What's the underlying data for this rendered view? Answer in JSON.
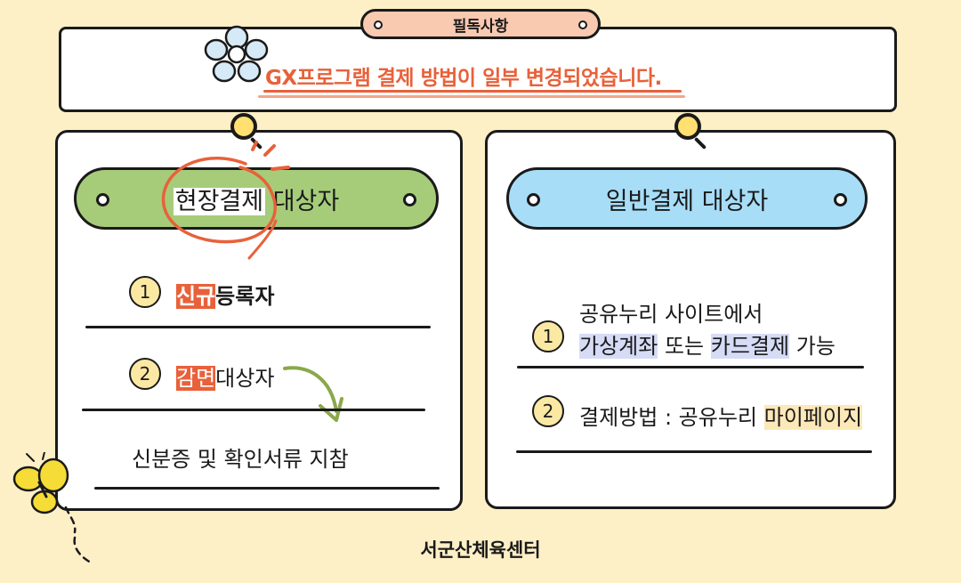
{
  "notice": {
    "tag": "필독사항",
    "headline": "GX프로그램 결제 방법이 일부 변경되었습니다."
  },
  "left_card": {
    "title_highlight": "현장결제",
    "title_rest": "대상자",
    "items": [
      {
        "num": "1",
        "highlight": "신규",
        "rest": "등록자"
      },
      {
        "num": "2",
        "highlight": "감면",
        "rest": "대상자"
      }
    ],
    "note": "신분증 및 확인서류 지참"
  },
  "right_card": {
    "title": "일반결제 대상자",
    "items": [
      {
        "num": "1",
        "line1": "공유누리 사이트에서",
        "hl1": "가상계좌",
        "mid": " 또는 ",
        "hl2": "카드결제",
        "end": " 가능"
      },
      {
        "num": "2",
        "text": "결제방법 : 공유누리 ",
        "highlight": "마이페이지"
      }
    ]
  },
  "footer": "서군산체육센터",
  "colors": {
    "background": "#fdefc6",
    "accent_red": "#e8613a",
    "green_pill": "#a6cc7a",
    "blue_pill": "#a7ddf7",
    "tag": "#f9c9b0",
    "number_circle": "#fbe9a3"
  },
  "icons": [
    "flower-icon",
    "pin-icon",
    "curved-arrow-icon",
    "butterfly-icon",
    "circle-scribble-icon"
  ]
}
